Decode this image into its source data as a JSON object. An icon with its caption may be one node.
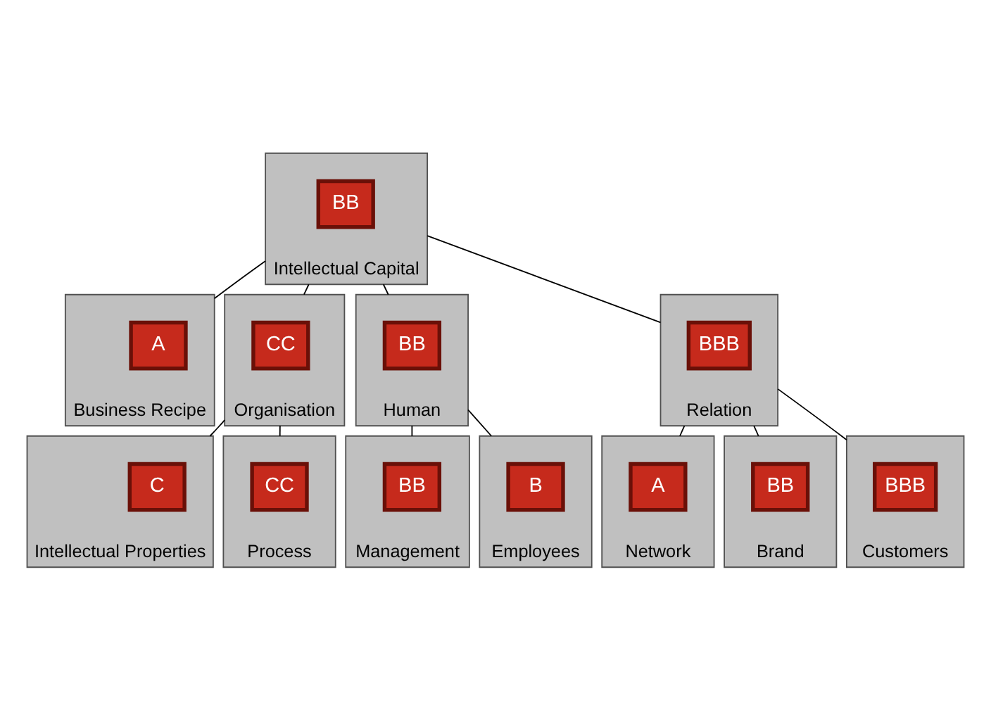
{
  "diagram": {
    "nodes": [
      {
        "text": [
          "Intellectual Capital"
        ]
      },
      {
        "text": [
          "BB"
        ],
        "in": 0
      },
      {
        "text": [
          "Business Recipe"
        ]
      },
      {
        "text": [
          "A"
        ],
        "in": 2
      },
      {
        "text": [
          "Organisation"
        ]
      },
      {
        "text": [
          "CC"
        ],
        "in": 4
      },
      {
        "text": [
          "Human"
        ]
      },
      {
        "text": [
          "BB"
        ],
        "in": 6
      },
      {
        "text": [
          "Relation"
        ]
      },
      {
        "text": [
          "BBB"
        ],
        "in": 8
      },
      {
        "text": [
          "Intellectual Properties"
        ]
      },
      {
        "text": [
          "C"
        ],
        "in": 10
      },
      {
        "text": [
          "Process"
        ]
      },
      {
        "text": [
          "CC"
        ],
        "in": 12
      },
      {
        "text": [
          "Management"
        ]
      },
      {
        "text": [
          "BB"
        ],
        "in": 14
      },
      {
        "text": [
          "Employees"
        ]
      },
      {
        "text": [
          "B"
        ],
        "in": 16
      },
      {
        "text": [
          "Network"
        ]
      },
      {
        "text": [
          "A"
        ],
        "in": 18
      },
      {
        "text": [
          "Brand"
        ]
      },
      {
        "text": [
          "BB"
        ],
        "in": 20
      },
      {
        "text": [
          "Customers"
        ]
      },
      {
        "text": [
          "BBB"
        ],
        "in": 22
      }
    ],
    "edges": [
      {
        "from": 0,
        "to": 2,
        "arrow": "none"
      },
      {
        "from": 0,
        "to": 4,
        "arrow": "none"
      },
      {
        "from": 0,
        "to": 6,
        "arrow": "none"
      },
      {
        "from": 0,
        "to": 8,
        "arrow": "none"
      },
      {
        "from": 4,
        "to": 10,
        "arrow": "none"
      },
      {
        "from": 4,
        "to": 12,
        "arrow": "none"
      },
      {
        "from": 6,
        "to": 14,
        "arrow": "none"
      },
      {
        "from": 6,
        "to": 16,
        "arrow": "none"
      },
      {
        "from": 8,
        "to": 18,
        "arrow": "none"
      },
      {
        "from": 8,
        "to": 20,
        "arrow": "none"
      },
      {
        "from": 8,
        "to": 22,
        "arrow": "none"
      }
    ]
  }
}
